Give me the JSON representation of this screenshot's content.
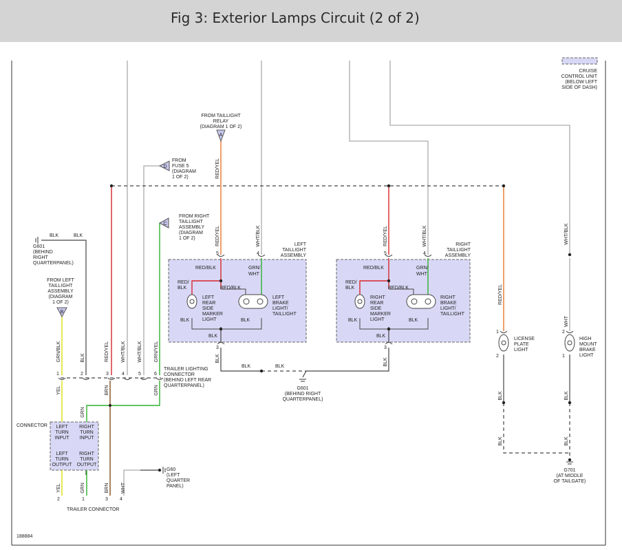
{
  "title": "Fig 3: Exterior Lamps Circuit (2 of 2)",
  "figure_id": "188884",
  "labels": {
    "cruise": [
      "CRUISE",
      "CONTROL UNIT",
      "(BELOW LEFT",
      "SIDE OF DASH)"
    ],
    "from_relay": [
      "FROM TAILLIGHT",
      "RELAY",
      "(DIAGRAM 1 OF 2)"
    ],
    "from_fuse": [
      "FROM",
      "FUSE 5",
      "(DIAGRAM",
      "1 OF 2)"
    ],
    "from_right_tl": [
      "FROM RIGHT",
      "TAILLIGHT",
      "ASSEMBLY",
      "(DIAGRAM",
      "1 OF 2)"
    ],
    "from_left_tl": [
      "FROM LEFT",
      "TAILLIGHT",
      "ASSEMBLY",
      "(DIAGRAM",
      "1 OF 2)"
    ],
    "g601_left": [
      "G601",
      "(BEHIND",
      "RIGHT",
      "QUARTERPANEL)"
    ],
    "g601_bottom": [
      "G601",
      "(BEHIND RIGHT",
      "QUARTERPANEL)"
    ],
    "left_tl_assy": [
      "LEFT",
      "TAILLIGHT",
      "ASSEMBLY"
    ],
    "right_tl_assy": [
      "RIGHT",
      "TAILLIGHT",
      "ASSEMBLY"
    ],
    "left_side_marker": [
      "LEFT",
      "REAR",
      "SIDE",
      "MARKER",
      "LIGHT"
    ],
    "right_side_marker": [
      "RIGHT",
      "REAR",
      "SIDE",
      "MARKER",
      "LIGHT"
    ],
    "left_brake": [
      "LEFT",
      "BRAKE",
      "LIGHT/",
      "TAILLIGHT"
    ],
    "right_brake": [
      "RIGHT",
      "BRAKE",
      "LIGHT/",
      "TAILLIGHT"
    ],
    "license": [
      "LICENSE",
      "PLATE",
      "LIGHT"
    ],
    "high_mount": [
      "HIGH",
      "MOUNT",
      "BRAKE",
      "LIGHT"
    ],
    "trailer_lighting": [
      "TRAILER LIGHTING",
      "CONNECTOR",
      "(BEHIND LEFT REAR",
      "QUARTERPANEL)"
    ],
    "connector": "CONNECTOR",
    "conn_box": [
      "LEFT",
      "TURN",
      "INPUT",
      "RIGHT",
      "TURN",
      "INPUT",
      "LEFT",
      "TURN",
      "OUTPUT",
      "RIGHT",
      "TURN",
      "OUTPUT"
    ],
    "g60": [
      "G60",
      "(LEFT",
      "QUARTER",
      "PANEL)"
    ],
    "g701": [
      "G701",
      "(AT MIDDLE",
      "OF TAILGATE)"
    ],
    "trailer_connector": "TRAILER CONNECTOR"
  },
  "connector_refs": {
    "a": "A",
    "b": "B",
    "c": "C",
    "d": "D"
  },
  "wire_labels": {
    "red_yel": "RED/YEL",
    "wht_blk": "WHT/BLK",
    "blk": "BLK",
    "grn_blk": "GRN/BLK",
    "grn_yel": "GRN/YEL",
    "yel": "YEL",
    "brn": "BRN",
    "grn": "GRN",
    "wht": "WHT",
    "red_blk": "RED/BLK",
    "red_blk_split": [
      "RED/",
      "BLK"
    ],
    "grn_wht": [
      "GRN/",
      "WHT"
    ]
  },
  "pins": {
    "p1": "1",
    "p2": "2",
    "p3": "3",
    "p4": "4",
    "p5": "5",
    "p6": "6"
  },
  "colors": {
    "red": "#d9262a",
    "orange": "#e8762c",
    "green": "#2db02d",
    "yellow": "#e8e82a",
    "brown": "#8a5a2b",
    "gray": "#aaaaaa",
    "comp_fill": "#d8d8f6"
  }
}
